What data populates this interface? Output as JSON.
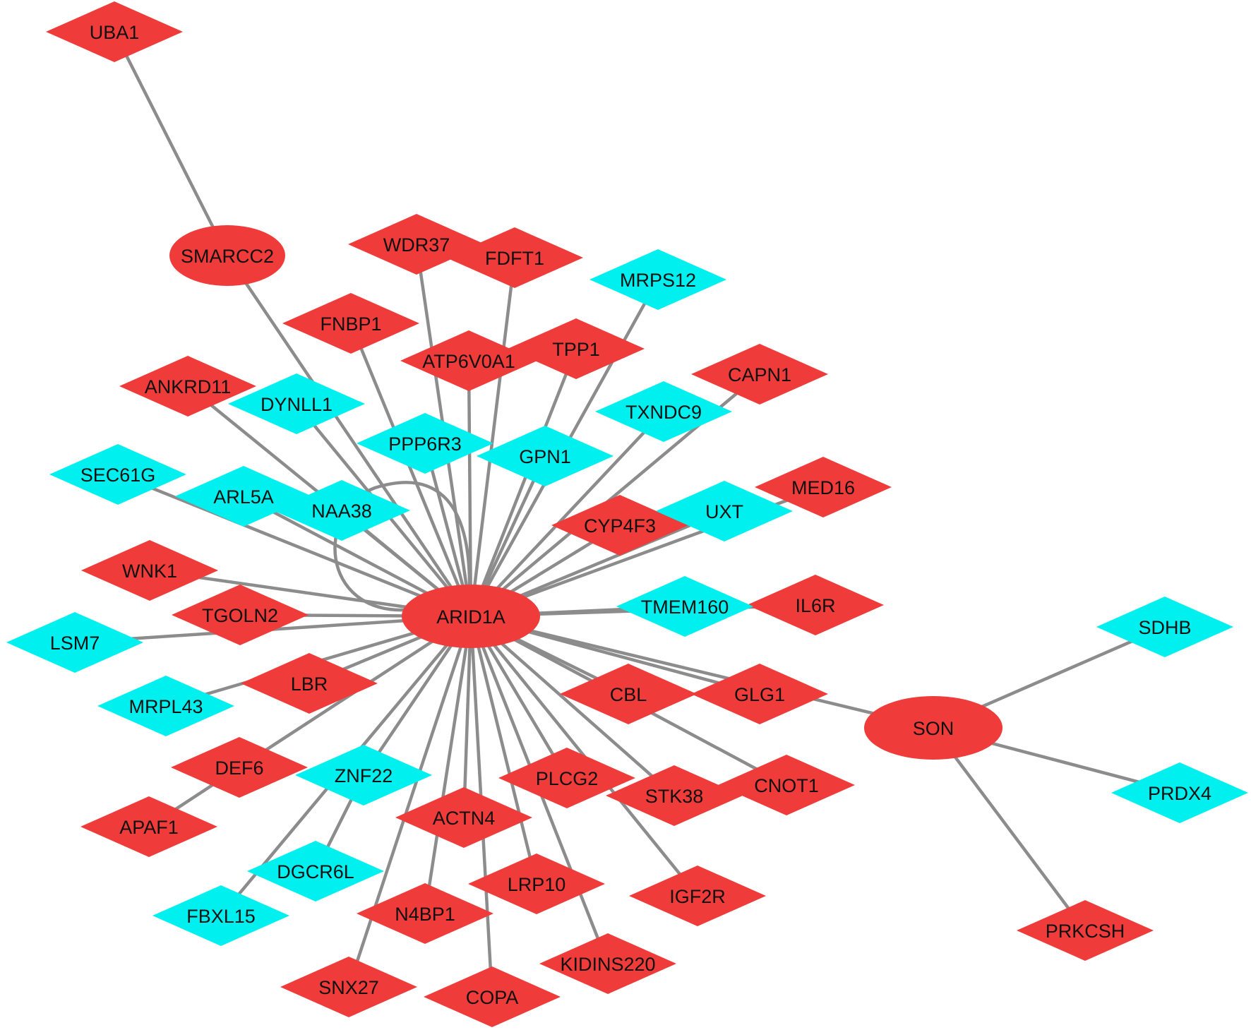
{
  "edge_color": "#8c8c8c",
  "nodes": [
    {
      "label": "UBA1",
      "shape": "diamond",
      "color": "#ef3b39"
    },
    {
      "label": "SMARCC2",
      "shape": "ellipse",
      "color": "#ef3b39"
    },
    {
      "label": "WDR37",
      "shape": "diamond",
      "color": "#ef3b39"
    },
    {
      "label": "FDFT1",
      "shape": "diamond",
      "color": "#ef3b39"
    },
    {
      "label": "MRPS12",
      "shape": "diamond",
      "color": "#00f0f0"
    },
    {
      "label": "FNBP1",
      "shape": "diamond",
      "color": "#ef3b39"
    },
    {
      "label": "TPP1",
      "shape": "diamond",
      "color": "#ef3b39"
    },
    {
      "label": "ATP6V0A1",
      "shape": "diamond",
      "color": "#ef3b39"
    },
    {
      "label": "CAPN1",
      "shape": "diamond",
      "color": "#ef3b39"
    },
    {
      "label": "ANKRD11",
      "shape": "diamond",
      "color": "#ef3b39"
    },
    {
      "label": "DYNLL1",
      "shape": "diamond",
      "color": "#00f0f0"
    },
    {
      "label": "TXNDC9",
      "shape": "diamond",
      "color": "#00f0f0"
    },
    {
      "label": "PPP6R3",
      "shape": "diamond",
      "color": "#00f0f0"
    },
    {
      "label": "GPN1",
      "shape": "diamond",
      "color": "#00f0f0"
    },
    {
      "label": "SEC61G",
      "shape": "diamond",
      "color": "#00f0f0"
    },
    {
      "label": "ARL5A",
      "shape": "diamond",
      "color": "#00f0f0"
    },
    {
      "label": "NAA38",
      "shape": "diamond",
      "color": "#00f0f0"
    },
    {
      "label": "MED16",
      "shape": "diamond",
      "color": "#ef3b39"
    },
    {
      "label": "CYP4F3",
      "shape": "diamond",
      "color": "#ef3b39"
    },
    {
      "label": "UXT",
      "shape": "diamond",
      "color": "#00f0f0"
    },
    {
      "label": "WNK1",
      "shape": "diamond",
      "color": "#ef3b39"
    },
    {
      "label": "IL6R",
      "shape": "diamond",
      "color": "#ef3b39"
    },
    {
      "label": "TMEM160",
      "shape": "diamond",
      "color": "#00f0f0"
    },
    {
      "label": "ARID1A",
      "shape": "ellipse",
      "color": "#ef3b39"
    },
    {
      "label": "TGOLN2",
      "shape": "diamond",
      "color": "#ef3b39"
    },
    {
      "label": "SDHB",
      "shape": "diamond",
      "color": "#00f0f0"
    },
    {
      "label": "LSM7",
      "shape": "diamond",
      "color": "#00f0f0"
    },
    {
      "label": "MRPL43",
      "shape": "diamond",
      "color": "#00f0f0"
    },
    {
      "label": "LBR",
      "shape": "diamond",
      "color": "#ef3b39"
    },
    {
      "label": "CBL",
      "shape": "diamond",
      "color": "#ef3b39"
    },
    {
      "label": "GLG1",
      "shape": "diamond",
      "color": "#ef3b39"
    },
    {
      "label": "SON",
      "shape": "ellipse",
      "color": "#ef3b39"
    },
    {
      "label": "DEF6",
      "shape": "diamond",
      "color": "#ef3b39"
    },
    {
      "label": "ZNF22",
      "shape": "diamond",
      "color": "#00f0f0"
    },
    {
      "label": "PLCG2",
      "shape": "diamond",
      "color": "#ef3b39"
    },
    {
      "label": "STK38",
      "shape": "diamond",
      "color": "#ef3b39"
    },
    {
      "label": "CNOT1",
      "shape": "diamond",
      "color": "#ef3b39"
    },
    {
      "label": "PRDX4",
      "shape": "diamond",
      "color": "#00f0f0"
    },
    {
      "label": "APAF1",
      "shape": "diamond",
      "color": "#ef3b39"
    },
    {
      "label": "ACTN4",
      "shape": "diamond",
      "color": "#ef3b39"
    },
    {
      "label": "DGCR6L",
      "shape": "diamond",
      "color": "#00f0f0"
    },
    {
      "label": "LRP10",
      "shape": "diamond",
      "color": "#ef3b39"
    },
    {
      "label": "IGF2R",
      "shape": "diamond",
      "color": "#ef3b39"
    },
    {
      "label": "FBXL15",
      "shape": "diamond",
      "color": "#00f0f0"
    },
    {
      "label": "N4BP1",
      "shape": "diamond",
      "color": "#ef3b39"
    },
    {
      "label": "PRKCSH",
      "shape": "diamond",
      "color": "#ef3b39"
    },
    {
      "label": "KIDINS220",
      "shape": "diamond",
      "color": "#ef3b39"
    },
    {
      "label": "SNX27",
      "shape": "diamond",
      "color": "#ef3b39"
    },
    {
      "label": "COPA",
      "shape": "diamond",
      "color": "#ef3b39"
    }
  ],
  "edges": [
    [
      "SMARCC2",
      "UBA1"
    ],
    [
      "ARID1A",
      "SMARCC2"
    ],
    [
      "ARID1A",
      "WDR37"
    ],
    [
      "ARID1A",
      "FDFT1"
    ],
    [
      "ARID1A",
      "MRPS12"
    ],
    [
      "ARID1A",
      "FNBP1"
    ],
    [
      "ARID1A",
      "TPP1"
    ],
    [
      "ARID1A",
      "ATP6V0A1"
    ],
    [
      "ARID1A",
      "CAPN1"
    ],
    [
      "ARID1A",
      "ANKRD11"
    ],
    [
      "ARID1A",
      "DYNLL1"
    ],
    [
      "ARID1A",
      "TXNDC9"
    ],
    [
      "ARID1A",
      "PPP6R3"
    ],
    [
      "ARID1A",
      "GPN1"
    ],
    [
      "ARID1A",
      "SEC61G"
    ],
    [
      "ARID1A",
      "ARL5A"
    ],
    [
      "ARID1A",
      "NAA38"
    ],
    [
      "ARID1A",
      "MED16"
    ],
    [
      "ARID1A",
      "CYP4F3"
    ],
    [
      "ARID1A",
      "UXT"
    ],
    [
      "ARID1A",
      "WNK1"
    ],
    [
      "ARID1A",
      "IL6R"
    ],
    [
      "ARID1A",
      "TMEM160"
    ],
    [
      "ARID1A",
      "ARID1A"
    ],
    [
      "ARID1A",
      "TGOLN2"
    ],
    [
      "ARID1A",
      "LSM7"
    ],
    [
      "ARID1A",
      "MRPL43"
    ],
    [
      "ARID1A",
      "LBR"
    ],
    [
      "ARID1A",
      "CBL"
    ],
    [
      "ARID1A",
      "GLG1"
    ],
    [
      "ARID1A",
      "SON"
    ],
    [
      "ARID1A",
      "DEF6"
    ],
    [
      "ARID1A",
      "ZNF22"
    ],
    [
      "ARID1A",
      "PLCG2"
    ],
    [
      "ARID1A",
      "STK38"
    ],
    [
      "ARID1A",
      "CNOT1"
    ],
    [
      "ARID1A",
      "ACTN4"
    ],
    [
      "ARID1A",
      "LRP10"
    ],
    [
      "ARID1A",
      "IGF2R"
    ],
    [
      "ARID1A",
      "FBXL15"
    ],
    [
      "ARID1A",
      "N4BP1"
    ],
    [
      "ARID1A",
      "KIDINS220"
    ],
    [
      "ARID1A",
      "SNX27"
    ],
    [
      "ARID1A",
      "COPA"
    ],
    [
      "DEF6",
      "APAF1"
    ],
    [
      "ZNF22",
      "DGCR6L"
    ],
    [
      "SON",
      "SDHB"
    ],
    [
      "SON",
      "PRDX4"
    ],
    [
      "SON",
      "PRKCSH"
    ]
  ]
}
